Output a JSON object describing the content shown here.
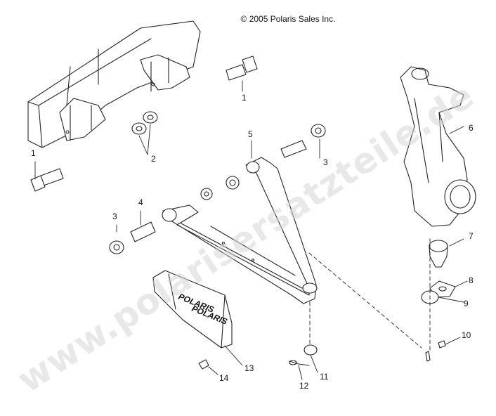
{
  "copyright": "© 2005 Polaris Sales Inc.",
  "watermark": "www.polarisersatzteile.de",
  "part_brand": "POLARIS",
  "callouts": {
    "c1a": "1",
    "c1b": "1",
    "c2": "2",
    "c3a": "3",
    "c3b": "3",
    "c4": "4",
    "c5": "5",
    "c6": "6",
    "c7": "7",
    "c8": "8",
    "c9": "9",
    "c10": "10",
    "c11": "11",
    "c12": "12",
    "c13": "13",
    "c14": "14"
  }
}
